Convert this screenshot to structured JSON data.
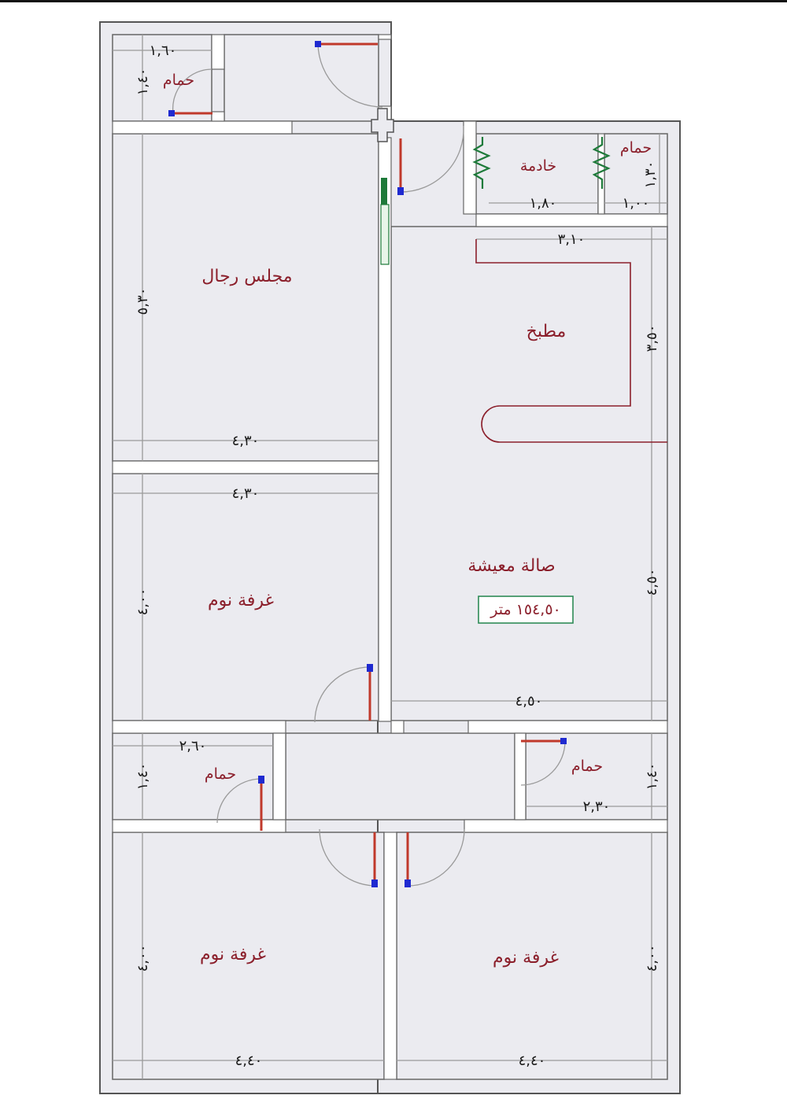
{
  "rooms": {
    "majlis": "مجلس رجال",
    "bedroom_1": "غرفة نوم",
    "bedroom_2": "غرفة نوم",
    "bedroom_3": "غرفة نوم",
    "living": "صالة معيشة",
    "kitchen": "مطبخ",
    "maid": "خادمة",
    "bath_top_left": "حمام",
    "bath_top_right": "حمام",
    "bath_bottom_left": "حمام",
    "bath_bottom_right": "حمام"
  },
  "total_area": "١٥٤,٥٠ متر",
  "dimensions": {
    "bath_top_left_w": "١,٦٠",
    "bath_top_left_h": "١,٤٠",
    "majlis_w": "٤,٣٠",
    "majlis_h": "٥,٣٠",
    "bedroom_1_w": "٤,٣٠",
    "bedroom_1_h": "٤,٠٠",
    "maid_w": "١,٨٠",
    "bath_top_right_w": "١,٠٠",
    "bath_top_right_h": "١,٣٠",
    "kitchen_w": "٣,١٠",
    "kitchen_h": "٣,٥٠",
    "living_w": "٤,٥٠",
    "living_h": "٤,٥٠",
    "bath_bottom_left_w": "٢,٦٠",
    "bath_bottom_left_h": "١,٤٠",
    "bath_bottom_right_w": "٢,٣٠",
    "bath_bottom_right_h": "١,٤٠",
    "bedroom_2_w": "٤,٤٠",
    "bedroom_2_h": "٤,٠٠",
    "bedroom_3_w": "٤,٤٠",
    "bedroom_3_h": "٤,٠٠"
  },
  "colors": {
    "wall": "#ffffff",
    "floor": "#ebebf0",
    "label": "#8b1f2b",
    "dim_line": "#9a9a9a",
    "door": "#c0392b",
    "frame": "#1f2ad0",
    "area_border": "#2e8b57"
  }
}
